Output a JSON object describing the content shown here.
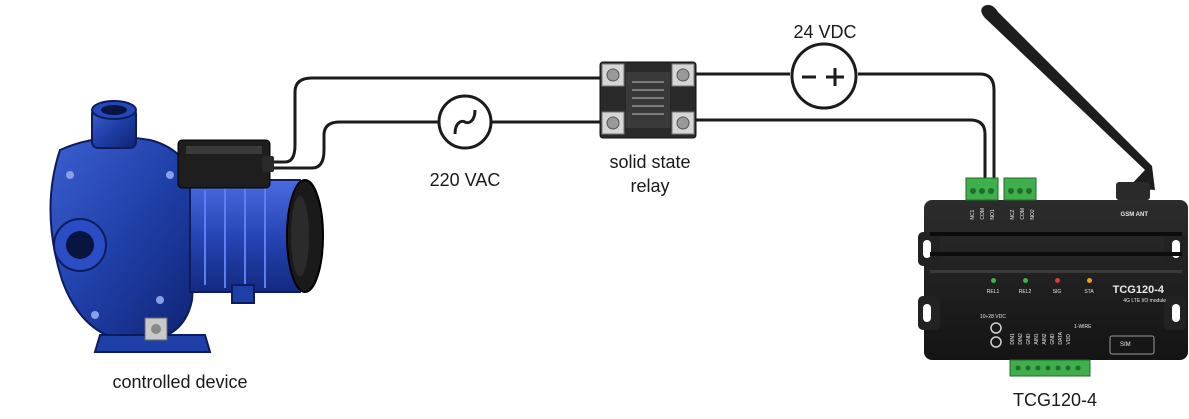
{
  "labels": {
    "dc_source": "24 VDC",
    "ac_source": "220 VAC",
    "relay_line1": "solid state",
    "relay_line2": "relay",
    "pump": "controlled device",
    "module": "TCG120-4"
  },
  "symbols": {
    "dc_minus": "−",
    "dc_plus": "+",
    "ac_wave": "∿"
  },
  "module_panel": {
    "model": "TCG120-4",
    "subtitle": "4G LTE I/O module",
    "antenna_label": "GSM ANT",
    "power_label": "10÷28 VDC",
    "sim_label": "SIM",
    "onewire_label": "1-WIRE",
    "leds": [
      {
        "label": "REL1",
        "color": "#3bb54a"
      },
      {
        "label": "REL2",
        "color": "#3bb54a"
      },
      {
        "label": "SIG",
        "color": "#d83b3b"
      },
      {
        "label": "STA",
        "color": "#e8a21b"
      }
    ],
    "top_pins": [
      "NC1",
      "COM",
      "NO1",
      "NC2",
      "COM",
      "NO2"
    ],
    "bottom_pins": [
      "DIN1",
      "DIN2",
      "GND",
      "AIN1",
      "AIN2",
      "GND",
      "DATA",
      "VDD"
    ]
  },
  "colors": {
    "wire": "#1b1b1b",
    "pump_blue": "#1f3fa8",
    "relay_body": "#2a2a2a",
    "module_body": "#1c1c1c",
    "terminal_green": "#3fae4c"
  },
  "icons": [
    "antenna-icon",
    "pump-icon",
    "relay-icon",
    "ac-source-icon",
    "dc-source-icon"
  ]
}
